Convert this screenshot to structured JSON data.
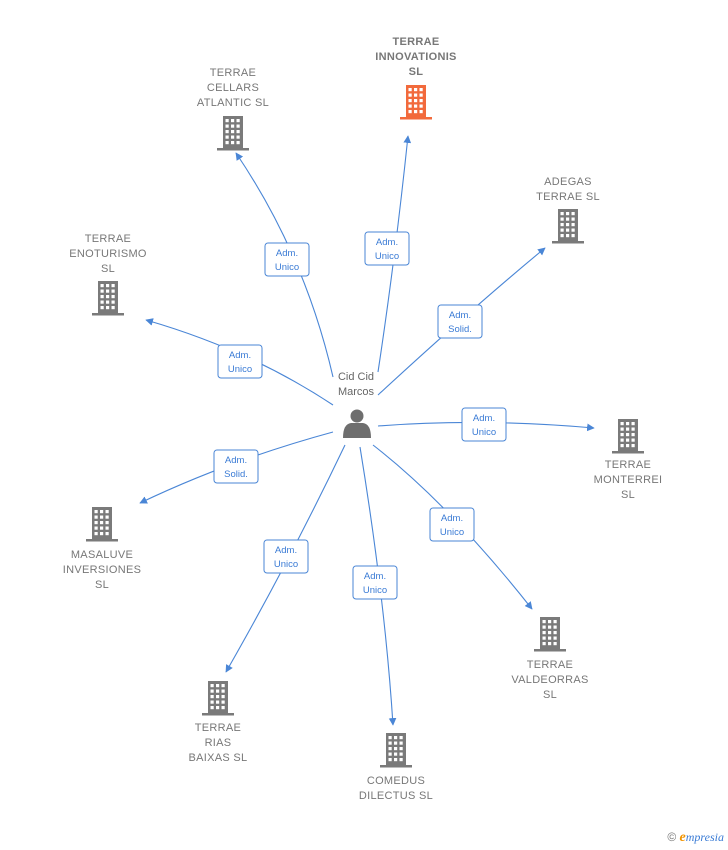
{
  "colors": {
    "edge": "#4a86d6",
    "building": "#7a7a7a",
    "building_main": "#f26a3c",
    "person": "#6e6e6e"
  },
  "person": {
    "label_lines": [
      "Cid Cid",
      "Marcos"
    ],
    "icon": "person-icon"
  },
  "companies": [
    {
      "id": "terrae-innovationis",
      "lines": [
        "TERRAE",
        "INNOVATIONIS",
        "SL"
      ],
      "main": true,
      "role": [
        "Adm.",
        "Unico"
      ]
    },
    {
      "id": "terrae-cellars",
      "lines": [
        "TERRAE",
        "CELLARS",
        "ATLANTIC  SL"
      ],
      "main": false,
      "role": [
        "Adm.",
        "Unico"
      ]
    },
    {
      "id": "adegas-terrae",
      "lines": [
        "ADEGAS",
        "TERRAE  SL"
      ],
      "main": false,
      "role": [
        "Adm.",
        "Solid."
      ]
    },
    {
      "id": "terrae-enoturismo",
      "lines": [
        "TERRAE",
        "ENOTURISMO",
        "SL"
      ],
      "main": false,
      "role": [
        "Adm.",
        "Unico"
      ]
    },
    {
      "id": "terrae-monterrei",
      "lines": [
        "TERRAE",
        "MONTERREI",
        "SL"
      ],
      "main": false,
      "role": [
        "Adm.",
        "Unico"
      ]
    },
    {
      "id": "masaluve",
      "lines": [
        "MASALUVE",
        "INVERSIONES",
        "SL"
      ],
      "main": false,
      "role": [
        "Adm.",
        "Solid."
      ]
    },
    {
      "id": "terrae-valdeorras",
      "lines": [
        "TERRAE",
        "VALDEORRAS",
        "SL"
      ],
      "main": false,
      "role": [
        "Adm.",
        "Unico"
      ]
    },
    {
      "id": "terrae-rias-baixas",
      "lines": [
        "TERRAE",
        "RIAS",
        "BAIXAS  SL"
      ],
      "main": false,
      "role": [
        "Adm.",
        "Unico"
      ]
    },
    {
      "id": "comedus-dilectus",
      "lines": [
        "COMEDUS",
        "DILECTUS  SL"
      ],
      "main": false,
      "role": [
        "Adm.",
        "Unico"
      ]
    }
  ],
  "brand": {
    "copyright": "©",
    "e": "e",
    "rest": "mpresia"
  }
}
